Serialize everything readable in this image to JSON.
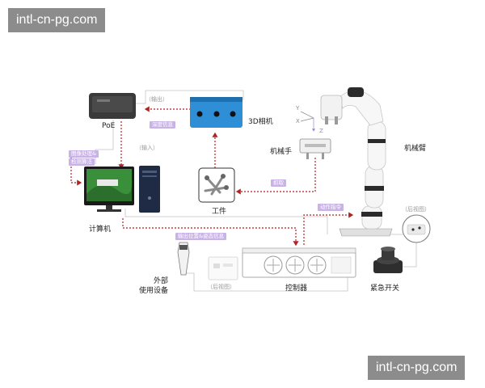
{
  "watermark": {
    "top": "intl-cn-pg.com",
    "bottom": "intl-cn-pg.com"
  },
  "nodes": {
    "poe": "PoE",
    "camera": "3D相机",
    "gripper": "机械手",
    "arm": "机械臂",
    "workpiece": "工件",
    "computer": "计算机",
    "controller": "控制器",
    "external_device_line1": "外部",
    "external_device_line2": "使用设备",
    "estop": "紧急开关"
  },
  "notes": {
    "output": "（输出）",
    "input": "（输入）",
    "rear_view_left": "（后视图）",
    "rear_view_right": "（后视图）"
  },
  "tags": {
    "camera_to_poe": "深度信息",
    "algorithm_line1": "图像处理&",
    "algorithm_line2": "检测算法",
    "grasp": "抓取",
    "motion_command": "动作指令",
    "position_output": "输出位置&姿态信息"
  },
  "axes": {
    "y": "Y",
    "x": "X",
    "z": "Z"
  },
  "colors": {
    "arrow_red": "#b22222",
    "tag_purple": "#c9b3e6",
    "line_gray": "#bdbdbd",
    "camera_blue": "#2f8fd6",
    "axis_purple": "#9d87d8"
  },
  "icons": [
    "poe-injector-icon",
    "3d-camera-icon",
    "robot-gripper-icon",
    "robot-arm-icon",
    "bolts-workpiece-icon",
    "desktop-computer-icon",
    "controller-box-icon",
    "teach-pendant-icon",
    "emergency-stop-icon"
  ]
}
